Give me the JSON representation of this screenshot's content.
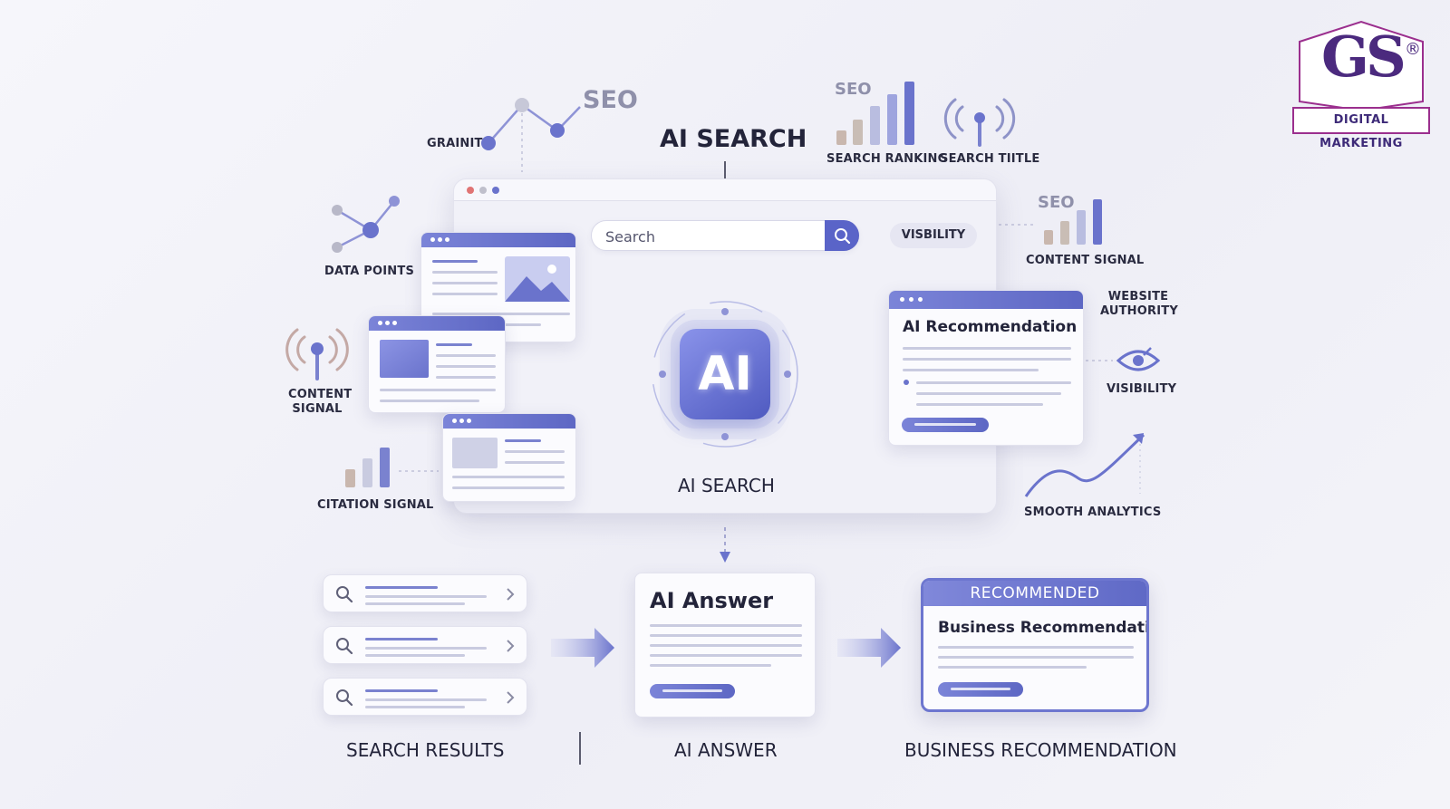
{
  "title": "AI SEARCH",
  "top_labels": {
    "seo_main": "SEO",
    "grainit": "GRAINIT",
    "seo_ranking": "SEO",
    "search_ranking": "SEARCH RANKING",
    "search_title": "SEARCH TIITLE",
    "data_points": "DATA POINTS",
    "seo_content": "SEO",
    "content_signal_right": "CONTENT SIGNAL"
  },
  "left_labels": {
    "content_signal": "CONTENT SIGNAL",
    "citation_signal": "CITATION SIGNAL"
  },
  "right_labels": {
    "website_authority": "WEBSITE AUTHORITY",
    "visibility": "VISIBILITY",
    "smooth_analytics": "SMOOTH ANALYTICS"
  },
  "browser": {
    "search_placeholder": "Search",
    "visibility_pill": "VISBILITY",
    "ai_chip": "AI",
    "ai_search_label": "AI SEARCH",
    "recommendation_title": "AI Recommendation"
  },
  "bottom": {
    "answer_title": "AI Answer",
    "recommended_badge": "RECOMMENDED",
    "business_title": "Business Recommendation",
    "search_results_label": "SEARCH RESULTS",
    "ai_answer_label": "AI ANSWER",
    "business_label": "BUSINESS RECOMMENDATION"
  },
  "logo": {
    "mark": "GS",
    "registered": "®",
    "tagline": "DIGITAL MARKETING"
  },
  "colors": {
    "accent": "#5d67c4",
    "accent_light": "#8a93ea",
    "brand": "#4b2a7e",
    "brand_border": "#9b2f8e"
  }
}
